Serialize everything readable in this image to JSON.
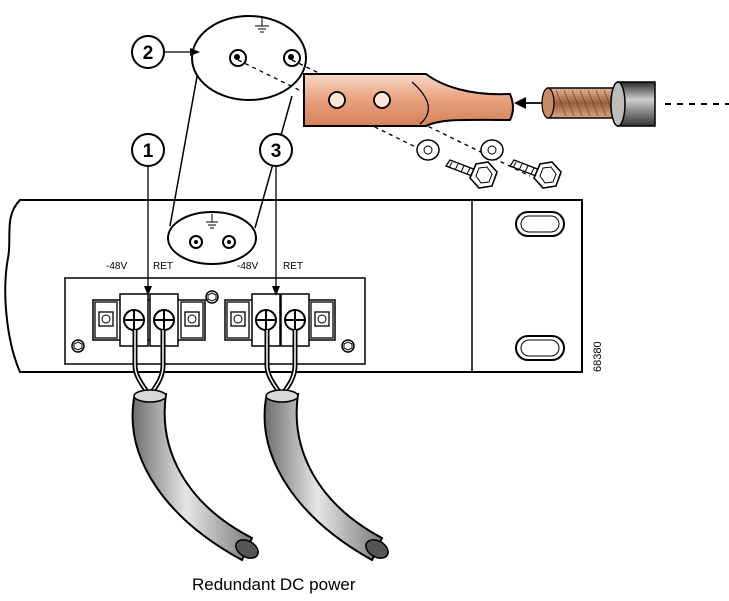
{
  "callouts": {
    "one": "1",
    "two": "2",
    "three": "3"
  },
  "labels": {
    "neg48v_a": "-48V",
    "ret_a": "RET",
    "neg48v_b": "-48V",
    "ret_b": "RET",
    "figure_number": "68380",
    "caption": "Redundant DC power"
  },
  "colors": {
    "outline": "#000000",
    "lug_copper": "#e9a582",
    "lug_highlight": "#f7d5c2",
    "cable_gray": "#9a9a9a",
    "cable_light": "#e4e4e4",
    "wire_copper": "#b0724e"
  },
  "icons": [
    "ground-symbol-icon",
    "screw-icon",
    "washer-icon"
  ]
}
